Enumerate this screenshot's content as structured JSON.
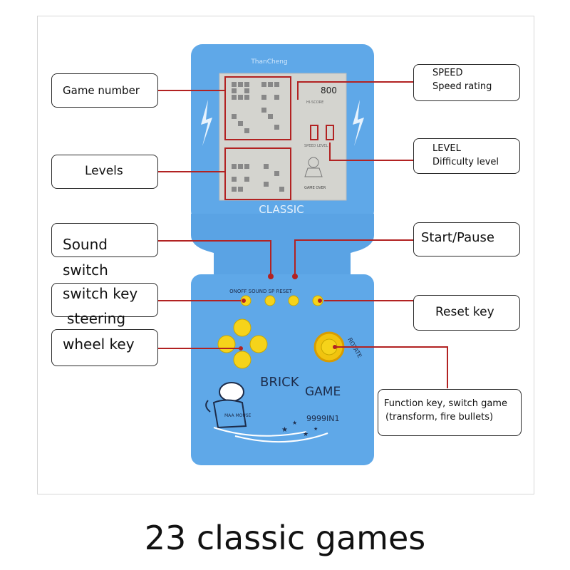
{
  "device": {
    "brand": "ThanCheng",
    "screen_label": "CLASSIC",
    "screen_score": "800",
    "screen_hiscore": "HI-SCORE",
    "screen_speed_level": "SPEED LEVEL",
    "screen_game_over": "GAME OVER",
    "button_labels": "ONOFF SOUND SP RESET",
    "rotate_label": "ROTATE",
    "title_brick": "BRICK",
    "title_game": "GAME",
    "model": "9999IN1",
    "mascot_text": "MAA MOUSE",
    "body_color": "#5fa8e8",
    "button_color": "#f6d31a"
  },
  "callouts": {
    "game_number": "Game number",
    "levels": "Levels",
    "sound_switch_line1": "Sound",
    "sound_switch_line2": "switch",
    "switch_key": "switch key",
    "steering": "steering",
    "wheel_key": "wheel key",
    "speed_title": "SPEED",
    "speed_sub": "Speed rating",
    "level_title": "LEVEL",
    "level_sub": "Difficulty level",
    "start_pause": "Start/Pause",
    "reset_key": "Reset key",
    "function_line1": "Function key, switch game",
    "function_line2": "(transform, fire bullets)"
  },
  "caption": "23 classic games"
}
